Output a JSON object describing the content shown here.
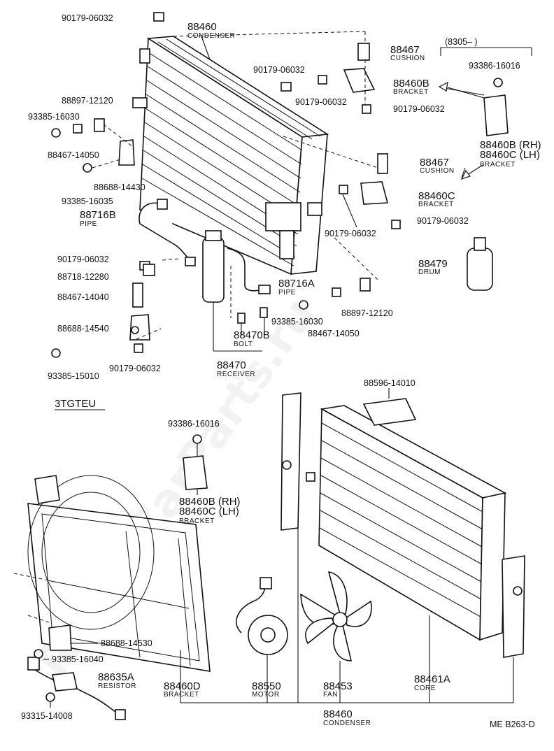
{
  "watermark": "ToyotaCarParts.ru",
  "section_top_range": "(8305–      )",
  "section_bottom_label": "3TGTEU",
  "figure_code": "ME  B263-D",
  "labels": {
    "l01": "90179-06032",
    "l02": "88460",
    "l02s": "CONDENSER",
    "l03": "88467",
    "l03s": "CUSHION",
    "l04": "93386-16016",
    "l05": "90179-06032",
    "l06": "88460B",
    "l06s": "BRACKET",
    "l07": "90179-06032",
    "l08": "90179-06032",
    "l09": "88897-12120",
    "l10": "93385-16030",
    "l11": "88467-14050",
    "l12": "88460B (RH)",
    "l13": "88460C (LH)",
    "l13s": "BRACKET",
    "l14": "88467",
    "l14s": "CUSHION",
    "l15": "88688-14430",
    "l16": "93385-16035",
    "l17": "88460C",
    "l17s": "BRACKET",
    "l18": "88716B",
    "l18s": "PIPE",
    "l19": "90179-06032",
    "l20": "90179-06032",
    "l21": "90179-06032",
    "l22": "88479",
    "l22s": "DRUM",
    "l23": "88718-12280",
    "l24": "88716A",
    "l24s": "PIPE",
    "l25": "88467-14040",
    "l26": "93385-16030",
    "l27": "88897-12120",
    "l28": "88688-14540",
    "l29": "88470B",
    "l29s": "BOLT",
    "l30": "88467-14050",
    "l31": "93385-15010",
    "l32": "90179-06032",
    "l33": "88470",
    "l33s": "RECEIVER",
    "l34": "88596-14010",
    "l35": "93386-16016",
    "l36": "88460B (RH)",
    "l37": "88460C (LH)",
    "l37s": "BRACKET",
    "l38": "88688-14530",
    "l39": "93385-16040",
    "l40": "88635A",
    "l40s": "RESISTOR",
    "l41": "88460D",
    "l41s": "BRACKET",
    "l42": "88550",
    "l42s": "MOTOR",
    "l43": "88453",
    "l43s": "FAN",
    "l44": "88461A",
    "l44s": "CORE",
    "l45": "88460",
    "l45s": "CONDENSER",
    "l46": "93315-14008"
  }
}
